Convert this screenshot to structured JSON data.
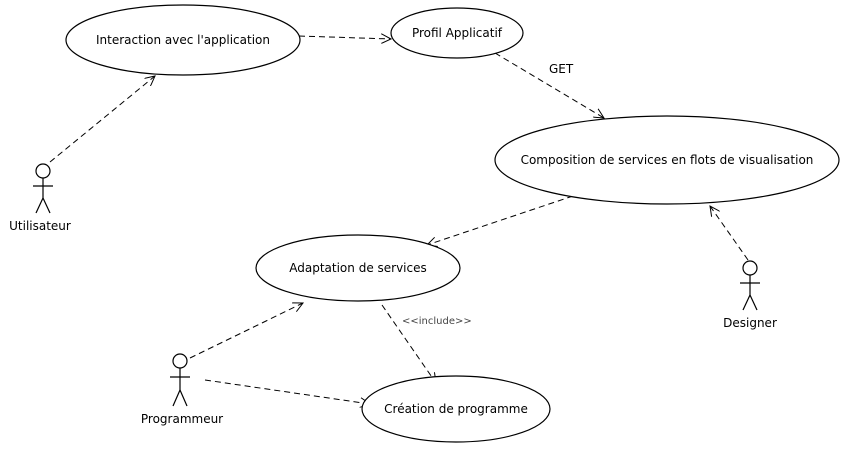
{
  "diagram": {
    "type": "uml-use-case",
    "use_cases": [
      {
        "id": "interaction",
        "label": "Interaction avec l'application"
      },
      {
        "id": "profil",
        "label": "Profil Applicatif"
      },
      {
        "id": "composition",
        "label": "Composition de services en flots de visualisation"
      },
      {
        "id": "adaptation",
        "label": "Adaptation de services"
      },
      {
        "id": "creation",
        "label": "Création de programme"
      }
    ],
    "actors": [
      {
        "id": "utilisateur",
        "label": "Utilisateur"
      },
      {
        "id": "designer",
        "label": "Designer"
      },
      {
        "id": "programmeur",
        "label": "Programmeur"
      }
    ],
    "relations": [
      {
        "from": "utilisateur",
        "to": "interaction",
        "label": ""
      },
      {
        "from": "interaction",
        "to": "profil",
        "label": ""
      },
      {
        "from": "profil",
        "to": "composition",
        "label": "GET"
      },
      {
        "from": "composition",
        "to": "adaptation",
        "label": ""
      },
      {
        "from": "designer",
        "to": "composition",
        "label": ""
      },
      {
        "from": "programmeur",
        "to": "adaptation",
        "label": ""
      },
      {
        "from": "programmeur",
        "to": "creation",
        "label": ""
      },
      {
        "from": "adaptation",
        "to": "creation",
        "label": "<<include>>"
      }
    ]
  }
}
